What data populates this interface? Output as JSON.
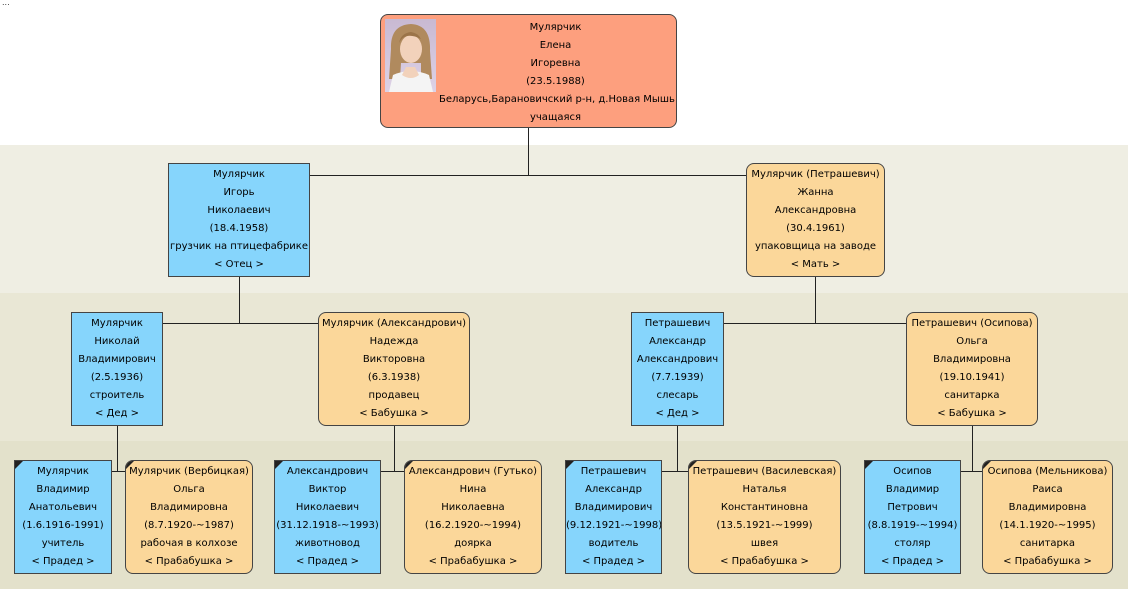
{
  "colors": {
    "male": "#86d5fc",
    "female": "#fbd79a",
    "root": "#fd9f7e",
    "line": "#222222"
  },
  "icons": {
    "root_photo": "portrait-photo"
  },
  "root": {
    "lines": [
      "Мулярчик",
      "Елена",
      "Игоревна",
      "(23.5.1988)",
      "Беларусь,Барановичский р-н, д.Новая Мышь",
      "учащаяся"
    ]
  },
  "father": {
    "lines": [
      "Мулярчик",
      "Игорь",
      "Николаевич",
      "(18.4.1958)",
      "грузчик на птицефабрике",
      "< Отец >"
    ]
  },
  "mother": {
    "lines": [
      "Мулярчик (Петрашевич)",
      "Жанна",
      "Александровна",
      "(30.4.1961)",
      "упаковщица на заводе",
      "< Мать >"
    ]
  },
  "grandparents": [
    {
      "lines": [
        "Мулярчик",
        "Николай",
        "Владимирович",
        "(2.5.1936)",
        "строитель",
        "< Дед >"
      ]
    },
    {
      "lines": [
        "Мулярчик (Александрович)",
        "Надежда",
        "Викторовна",
        "(6.3.1938)",
        "продавец",
        "< Бабушка >"
      ]
    },
    {
      "lines": [
        "Петрашевич",
        "Александр",
        "Александрович",
        "(7.7.1939)",
        "слесарь",
        "< Дед >"
      ]
    },
    {
      "lines": [
        "Петрашевич (Осипова)",
        "Ольга",
        "Владимировна",
        "(19.10.1941)",
        "санитарка",
        "< Бабушка >"
      ]
    }
  ],
  "great_grandparents": [
    {
      "lines": [
        "Мулярчик",
        "Владимир",
        "Анатольевич",
        "(1.6.1916-1991)",
        "учитель",
        "< Прадед >"
      ]
    },
    {
      "lines": [
        "Мулярчик (Вербицкая)",
        "Ольга",
        "Владимировна",
        "(8.7.1920-~1987)",
        "рабочая в колхозе",
        "< Прабабушка >"
      ]
    },
    {
      "lines": [
        "Александрович",
        "Виктор",
        "Николаевич",
        "(31.12.1918-~1993)",
        "животновод",
        "< Прадед >"
      ]
    },
    {
      "lines": [
        "Александрович (Гутько)",
        "Нина",
        "Николаевна",
        "(16.2.1920-~1994)",
        "доярка",
        "< Прабабушка >"
      ]
    },
    {
      "lines": [
        "Петрашевич",
        "Александр",
        "Владимирович",
        "(9.12.1921-~1998)",
        "водитель",
        "< Прадед >"
      ]
    },
    {
      "lines": [
        "Петрашевич (Василевская)",
        "Наталья",
        "Константиновна",
        "(13.5.1921-~1999)",
        "швея",
        "< Прабабушка >"
      ]
    },
    {
      "lines": [
        "Осипов",
        "Владимир",
        "Петрович",
        "(8.8.1919-~1994)",
        "столяр",
        "< Прадед >"
      ]
    },
    {
      "lines": [
        "Осипова (Мельникова)",
        "Раиса",
        "Владимировна",
        "(14.1.1920-~1995)",
        "санитарка",
        "< Прабабушка >"
      ]
    }
  ]
}
